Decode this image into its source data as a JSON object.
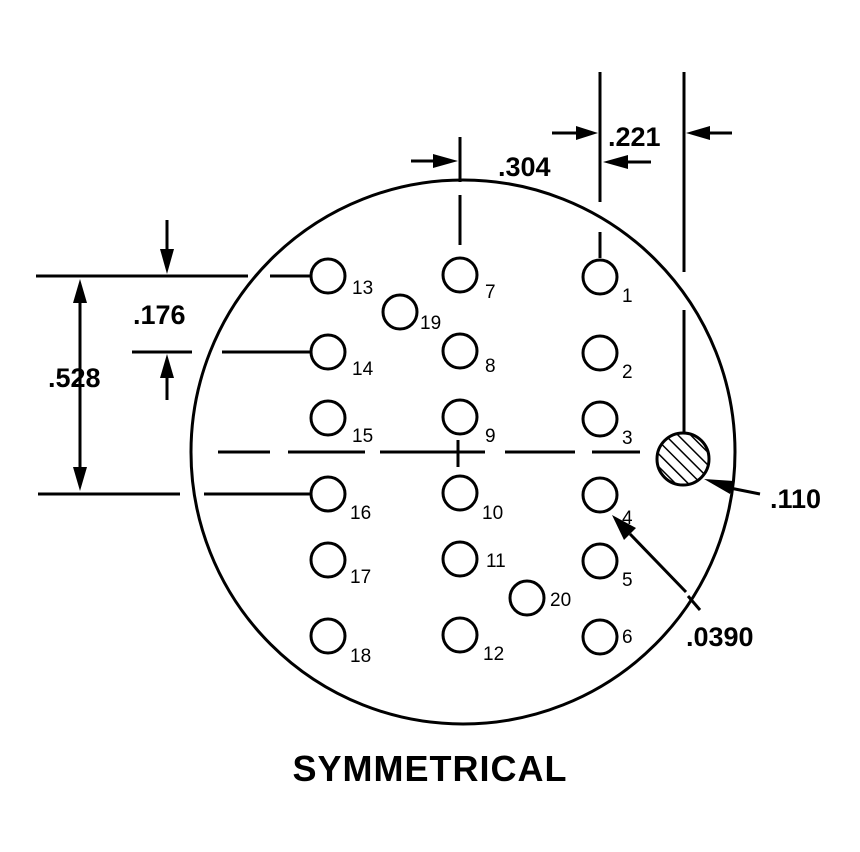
{
  "caption": "SYMMETRICAL",
  "dimensions": {
    "d304": ".304",
    "d221": ".221",
    "d176": ".176",
    "d528": ".528",
    "d110": ".110",
    "d0390": ".0390"
  },
  "pins": [
    "1",
    "2",
    "3",
    "4",
    "5",
    "6",
    "7",
    "8",
    "9",
    "10",
    "11",
    "12",
    "13",
    "14",
    "15",
    "16",
    "17",
    "18",
    "19",
    "20"
  ],
  "colors": {
    "ink": "#000000",
    "background": "#ffffff"
  }
}
